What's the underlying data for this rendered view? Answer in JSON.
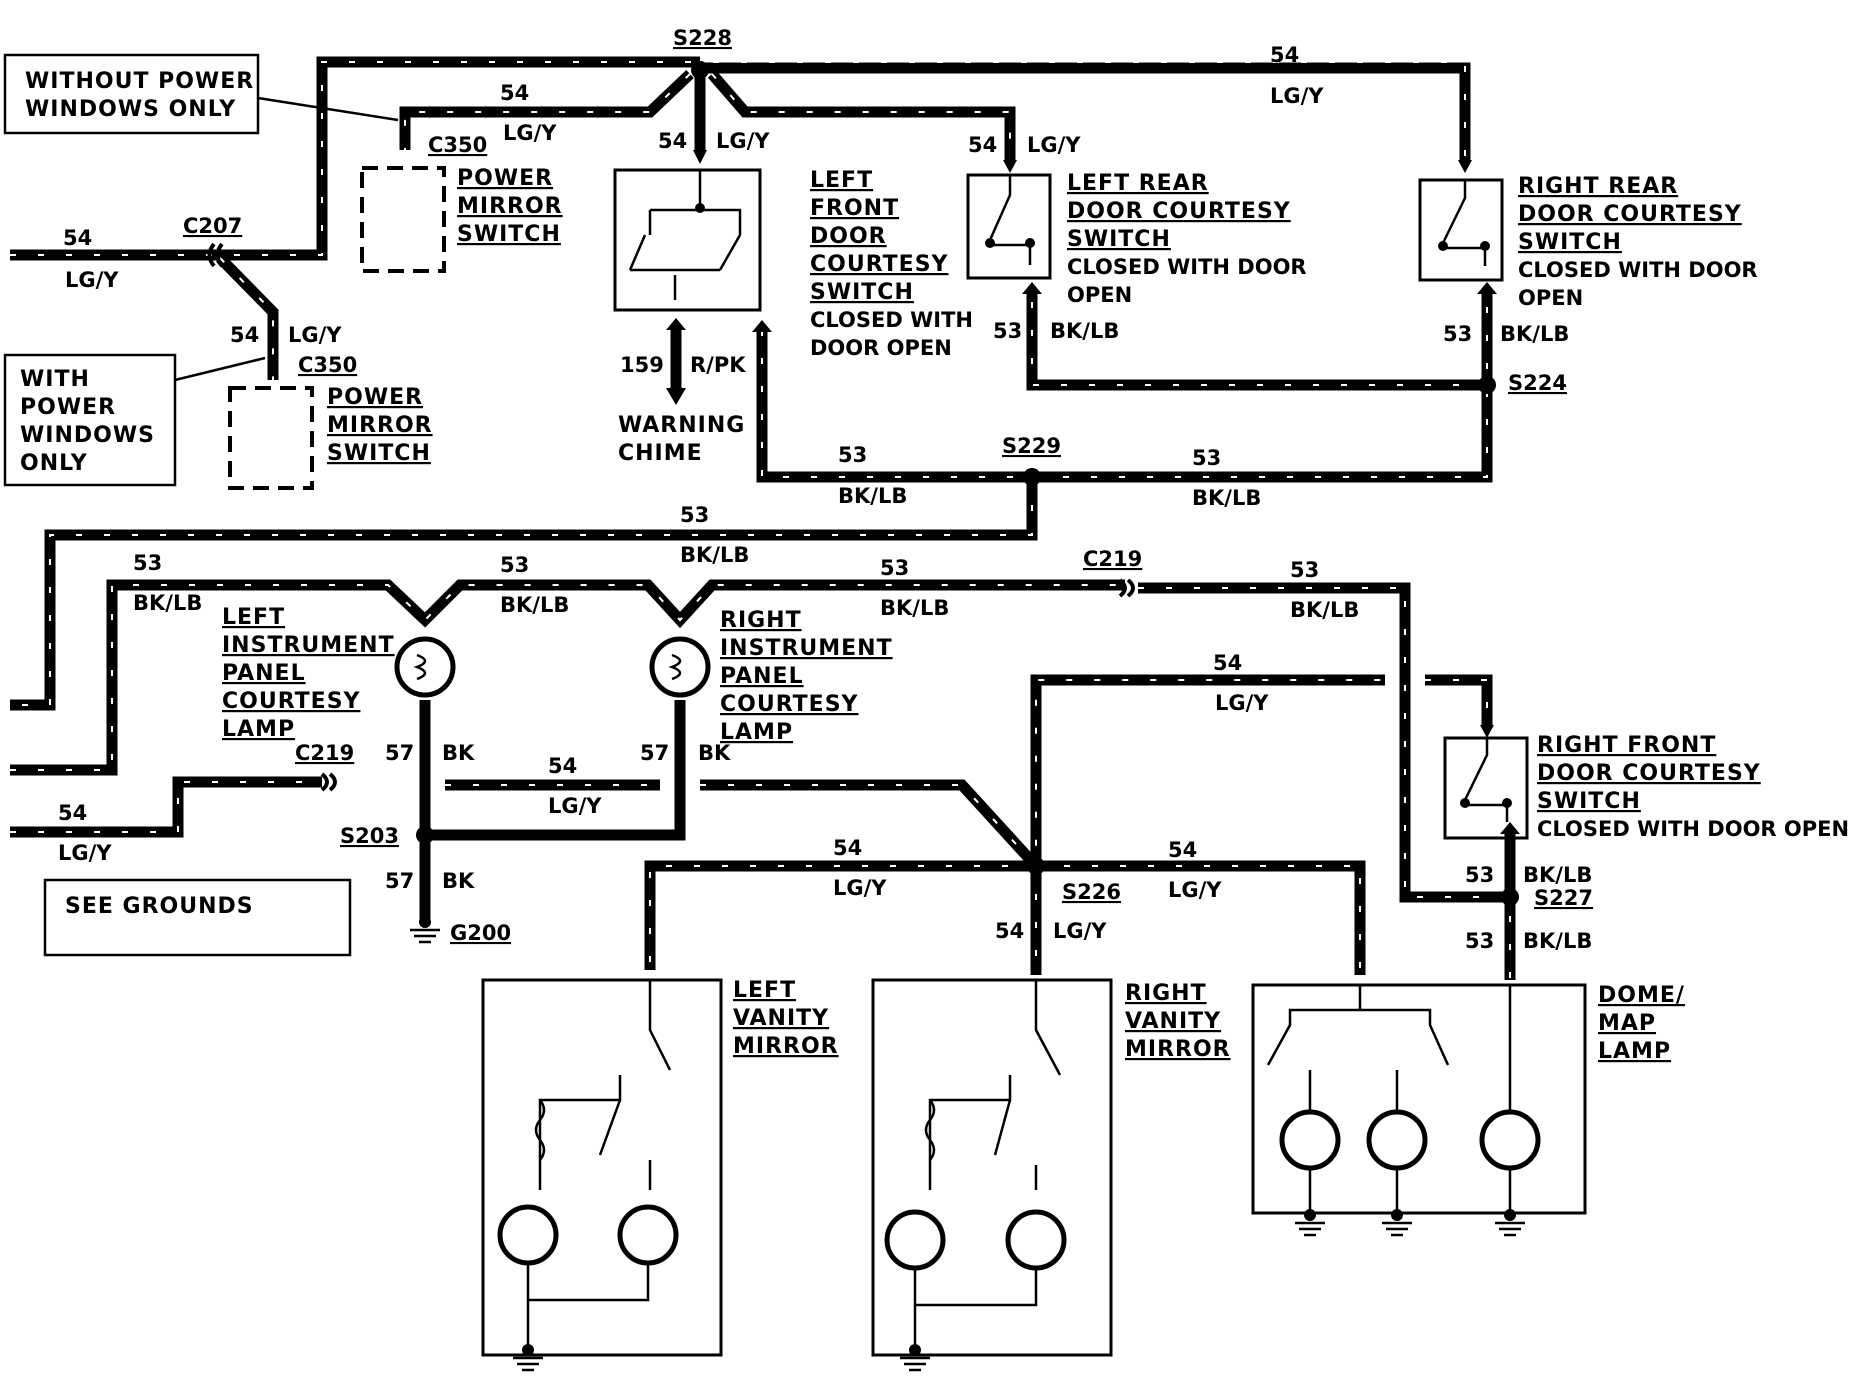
{
  "notes": {
    "without_power_windows": [
      "WITHOUT POWER",
      "WINDOWS ONLY"
    ],
    "with_power_windows": [
      "WITH",
      "POWER",
      "WINDOWS",
      "ONLY"
    ],
    "see_grounds": "SEE GROUNDS"
  },
  "splices": {
    "s228": "S228",
    "s229": "S229",
    "s224": "S224",
    "s203": "S203",
    "s226": "S226",
    "s227": "S227"
  },
  "connectors": {
    "c207": "C207",
    "c350_top": "C350",
    "c350_bottom": "C350",
    "c219_left": "C219",
    "c219_right": "C219"
  },
  "grounds": {
    "g200": "G200"
  },
  "components": {
    "power_mirror_switch_top": [
      "POWER",
      "MIRROR",
      "SWITCH"
    ],
    "power_mirror_switch_bottom": [
      "POWER",
      "MIRROR",
      "SWITCH"
    ],
    "left_front_door": [
      "LEFT",
      "FRONT",
      "DOOR",
      "COURTESY",
      "SWITCH",
      "CLOSED WITH",
      "DOOR OPEN"
    ],
    "left_rear_door": [
      "LEFT REAR",
      "DOOR COURTESY",
      "SWITCH",
      "CLOSED WITH DOOR",
      "OPEN"
    ],
    "right_rear_door": [
      "RIGHT REAR",
      "DOOR COURTESY",
      "SWITCH",
      "CLOSED WITH DOOR",
      "OPEN"
    ],
    "left_ip_lamp": [
      "LEFT",
      "INSTRUMENT",
      "PANEL",
      "COURTESY",
      "LAMP"
    ],
    "right_ip_lamp": [
      "RIGHT",
      "INSTRUMENT",
      "PANEL",
      "COURTESY",
      "LAMP"
    ],
    "right_front_door": [
      "RIGHT FRONT",
      "DOOR COURTESY",
      "SWITCH",
      "CLOSED WITH DOOR OPEN"
    ],
    "left_vanity": [
      "LEFT",
      "VANITY",
      "MIRROR"
    ],
    "right_vanity": [
      "RIGHT",
      "VANITY",
      "MIRROR"
    ],
    "dome_map": [
      "DOME/",
      "MAP",
      "LAMP"
    ],
    "warning_chime": [
      "WARNING",
      "CHIME"
    ]
  },
  "circuits": {
    "c54": "54",
    "c53": "53",
    "c57": "57",
    "c159": "159",
    "lgy": "LG/Y",
    "bklb": "BK/LB",
    "bk": "BK",
    "rpk": "R/PK"
  }
}
